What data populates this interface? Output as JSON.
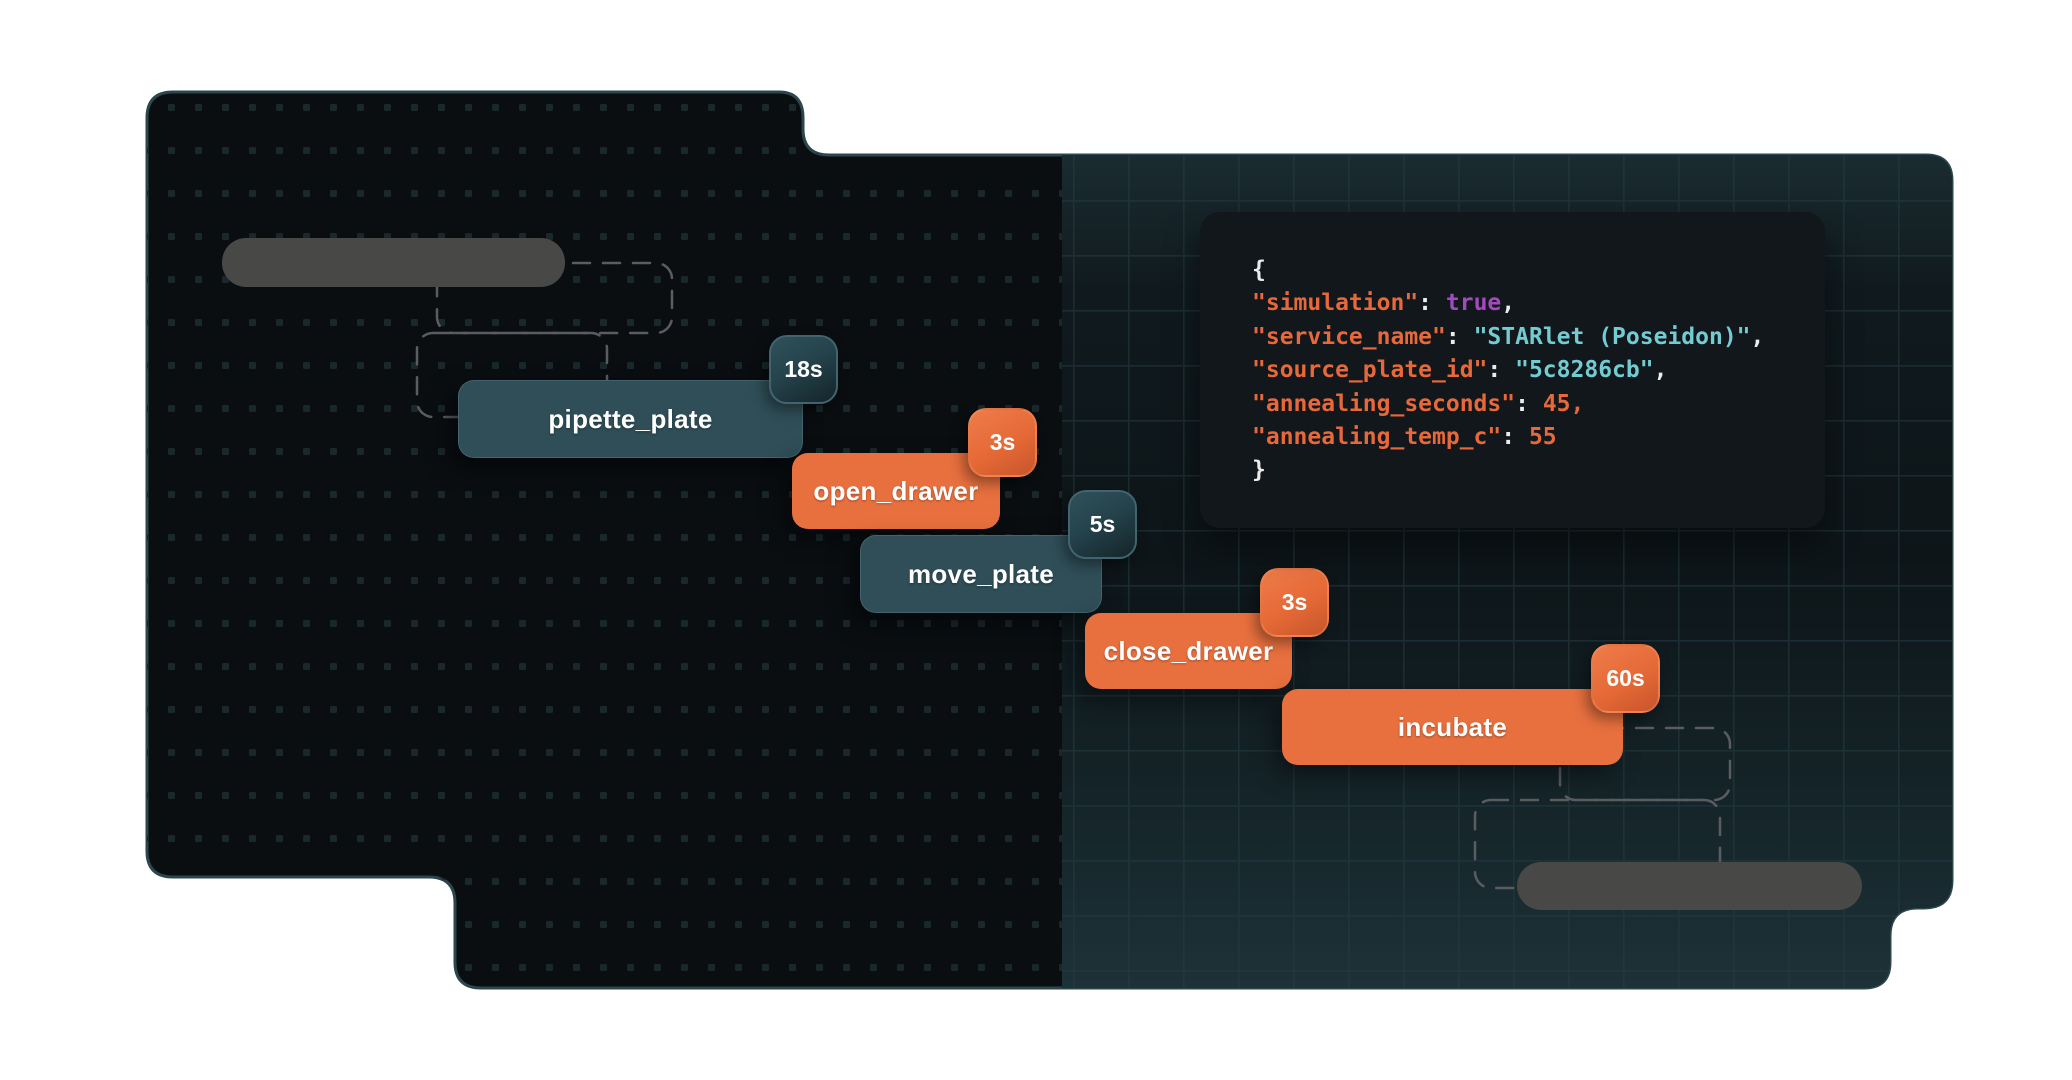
{
  "workflow": {
    "tasks": [
      {
        "id": "pipette_plate",
        "label": "pipette_plate",
        "duration_label": "18s",
        "variant": "teal"
      },
      {
        "id": "open_drawer",
        "label": "open_drawer",
        "duration_label": "3s",
        "variant": "orange"
      },
      {
        "id": "move_plate",
        "label": "move_plate",
        "duration_label": "5s",
        "variant": "teal"
      },
      {
        "id": "close_drawer",
        "label": "close_drawer",
        "duration_label": "3s",
        "variant": "orange"
      },
      {
        "id": "incubate",
        "label": "incubate",
        "duration_label": "60s",
        "variant": "orange"
      }
    ]
  },
  "config_panel": {
    "code_lines": [
      [
        {
          "text": "{",
          "c": "punct"
        }
      ],
      [
        {
          "text": "\"simulation\"",
          "c": "key"
        },
        {
          "text": ": ",
          "c": "punct"
        },
        {
          "text": "true",
          "c": "bool"
        },
        {
          "text": ",",
          "c": "punct"
        }
      ],
      [
        {
          "text": "\"service_name\"",
          "c": "key"
        },
        {
          "text": ": ",
          "c": "punct"
        },
        {
          "text": "\"STARlet (Poseidon)\"",
          "c": "str"
        },
        {
          "text": ",",
          "c": "punct"
        }
      ],
      [
        {
          "text": "\"source_plate_id\"",
          "c": "key"
        },
        {
          "text": ": ",
          "c": "punct"
        },
        {
          "text": "\"5c8286cb\"",
          "c": "str"
        },
        {
          "text": ",",
          "c": "punct"
        }
      ],
      [
        {
          "text": "\"annealing_seconds\"",
          "c": "key"
        },
        {
          "text": ": ",
          "c": "punct"
        },
        {
          "text": "45",
          "c": "num"
        },
        {
          "text": ",",
          "c": "num"
        }
      ],
      [
        {
          "text": "\"annealing_temp_c\"",
          "c": "key"
        },
        {
          "text": ": ",
          "c": "punct"
        },
        {
          "text": "55",
          "c": "num"
        }
      ],
      [
        {
          "text": "}",
          "c": "punct"
        }
      ]
    ]
  },
  "colors": {
    "accent_orange": "#e8703e",
    "teal_bar": "#2f4e57",
    "badge_border_teal": "#41646e",
    "panel_bg": "#0a0e11",
    "panel_border": "#2b464d",
    "right_teal": "#1f343a",
    "code_bg": "#11171b",
    "code_key": "#e7683a",
    "code_string": "#72ccd2",
    "code_bool": "#a24bbe",
    "code_punct": "#ececec",
    "placeholder_gray": "#484847",
    "dash_gray": "#5a5d60",
    "dot_color": "#1a282c",
    "grid_line": "#243c42"
  }
}
